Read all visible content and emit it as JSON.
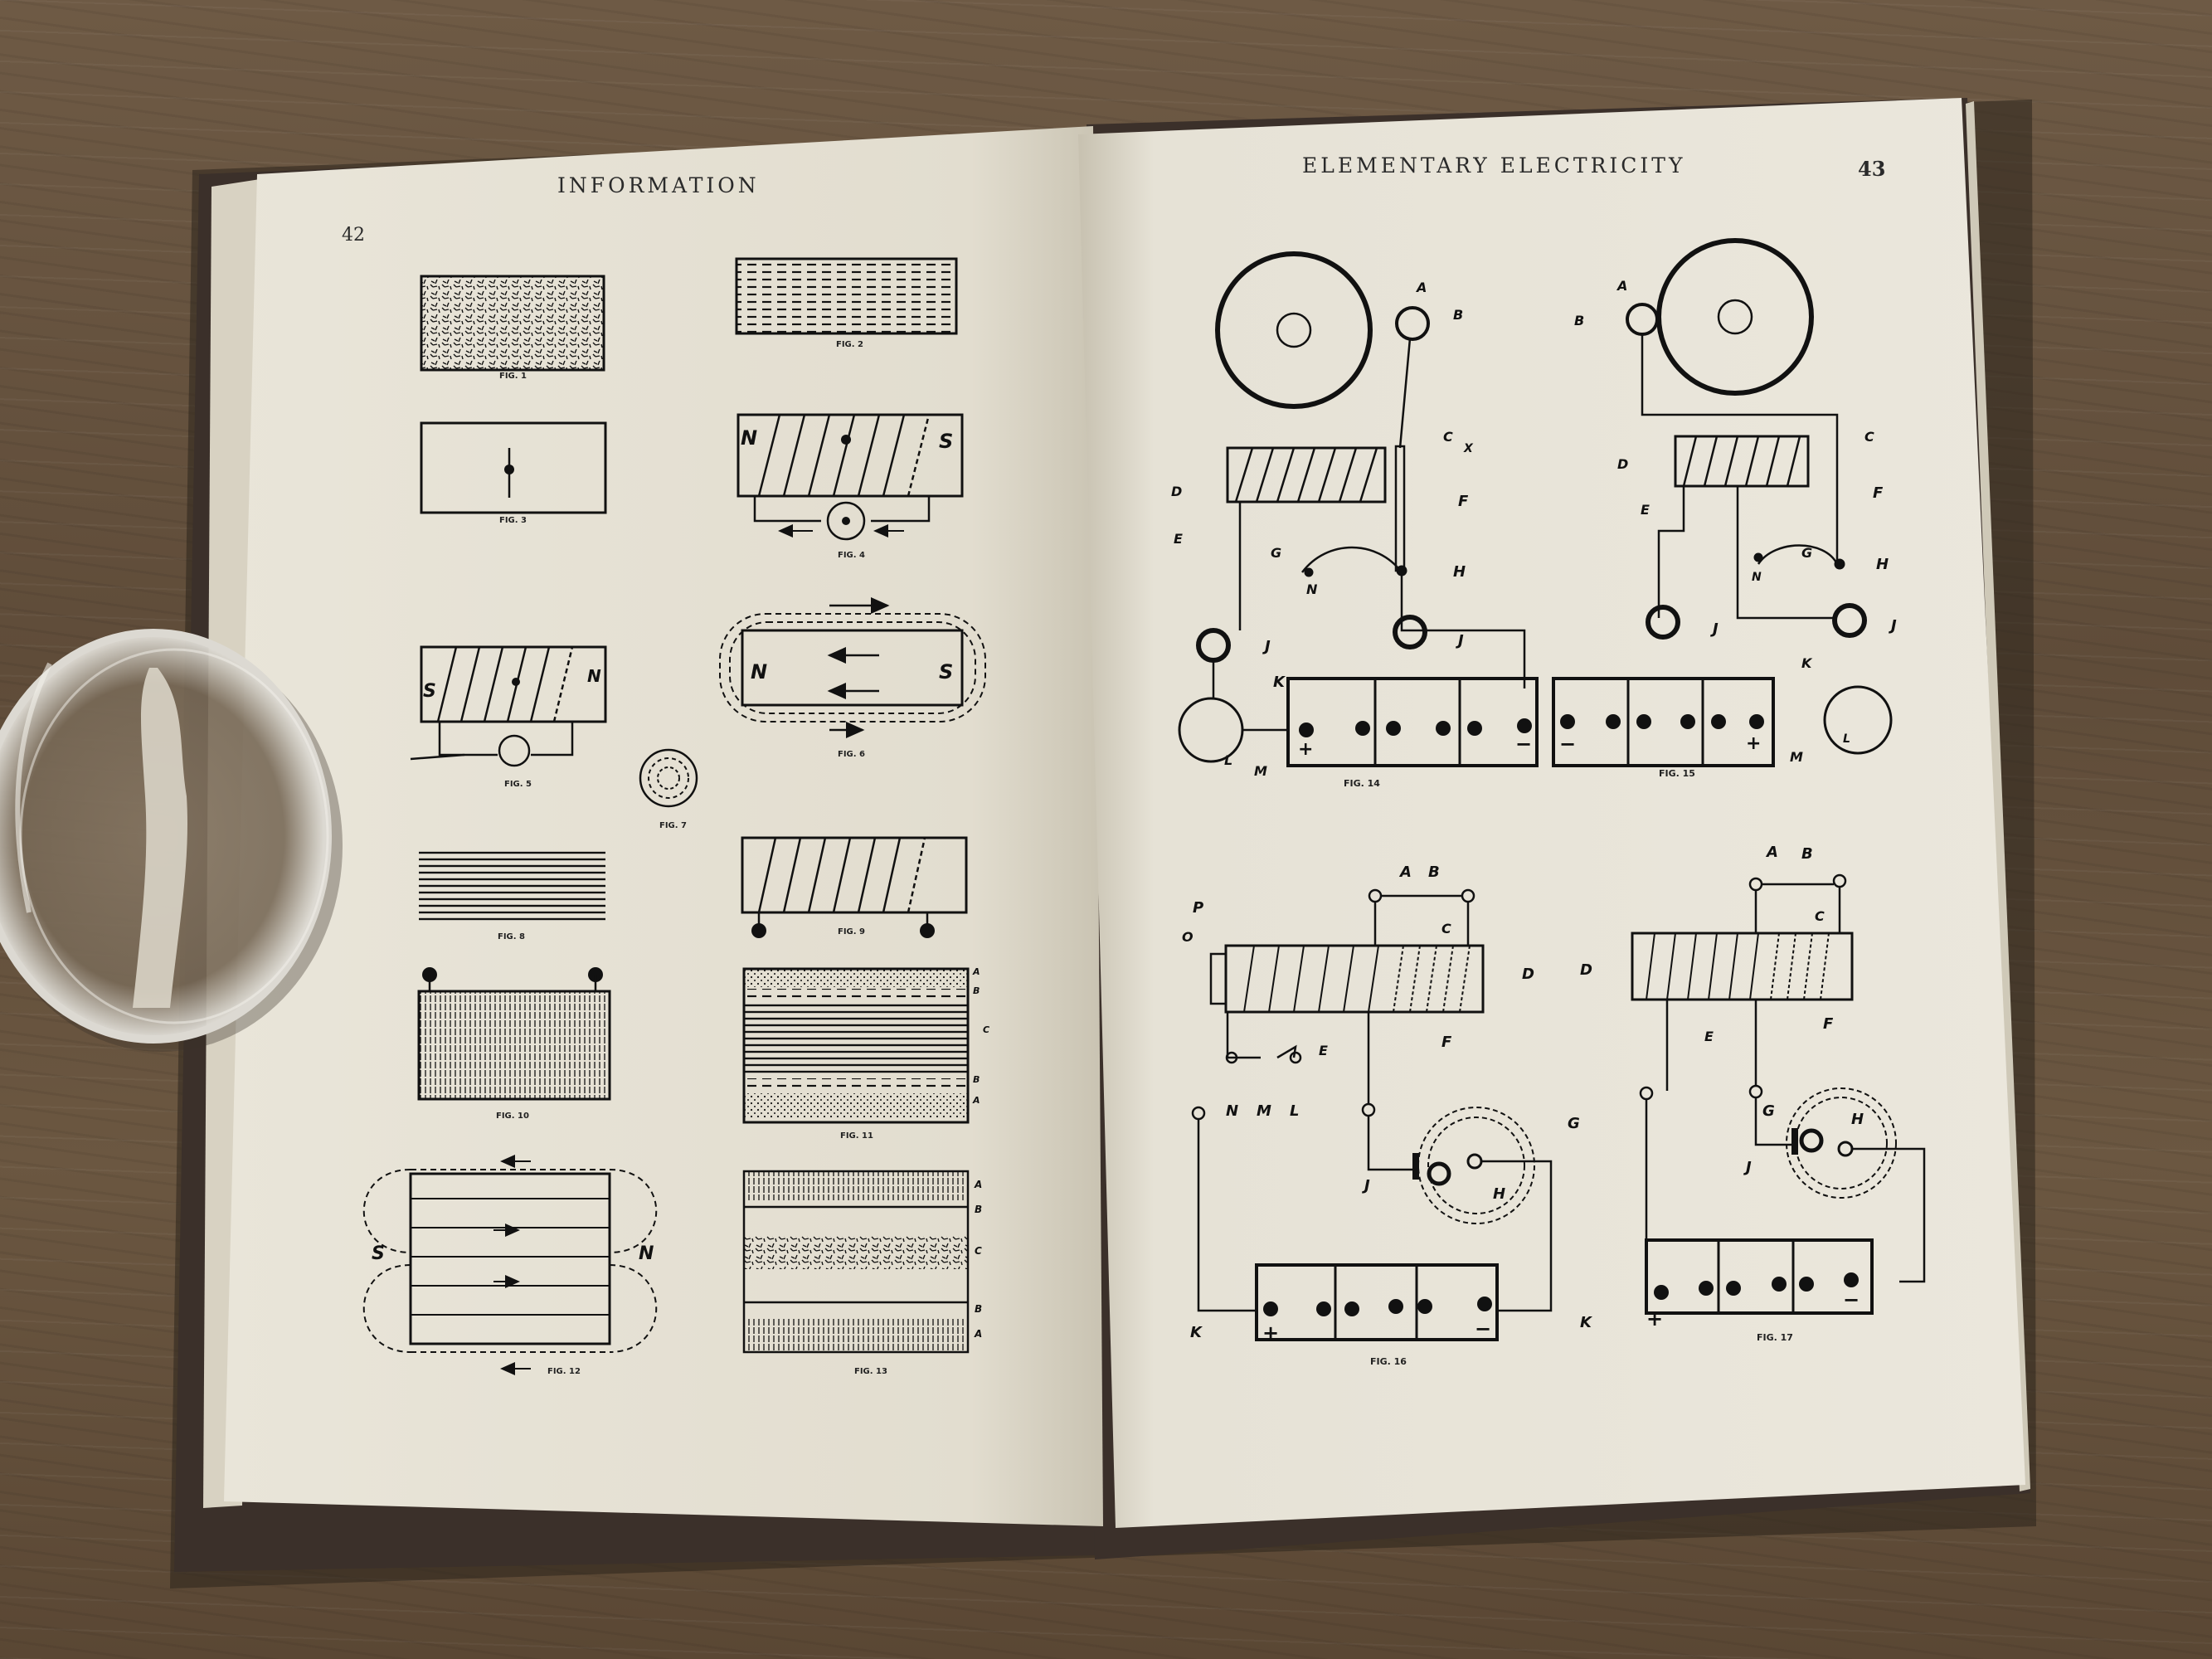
{
  "book": {
    "left_page": {
      "running_head": "INFORMATION",
      "page_number": "42",
      "captions": [
        "FIG. 1",
        "FIG. 2",
        "FIG. 3",
        "FIG. 4",
        "FIG. 5",
        "FIG. 6",
        "FIG. 7",
        "FIG. 8",
        "FIG. 9",
        "FIG. 10",
        "FIG. 11",
        "FIG. 12",
        "FIG. 13"
      ],
      "pole_n": "N",
      "pole_s": "S",
      "layer_a": "A",
      "layer_b": "B",
      "layer_c": "C"
    },
    "right_page": {
      "running_head": "ELEMENTARY ELECTRICITY",
      "page_number": "43",
      "captions": [
        "FIG. 14",
        "FIG. 15",
        "FIG. 16",
        "FIG. 17"
      ],
      "labels": {
        "A": "A",
        "B": "B",
        "C": "C",
        "D": "D",
        "E": "E",
        "F": "F",
        "G": "G",
        "H": "H",
        "J": "J",
        "K": "K",
        "L": "L",
        "M": "M",
        "N": "N",
        "O": "O",
        "P": "P",
        "X": "X",
        "plus": "+",
        "minus": "−"
      }
    }
  },
  "colors": {
    "wood": "#6b5741",
    "paper": "#ece8dc",
    "ink": "#1a1a1a"
  },
  "objects": {
    "magnifier_icon": "magnifying-glass-icon"
  }
}
